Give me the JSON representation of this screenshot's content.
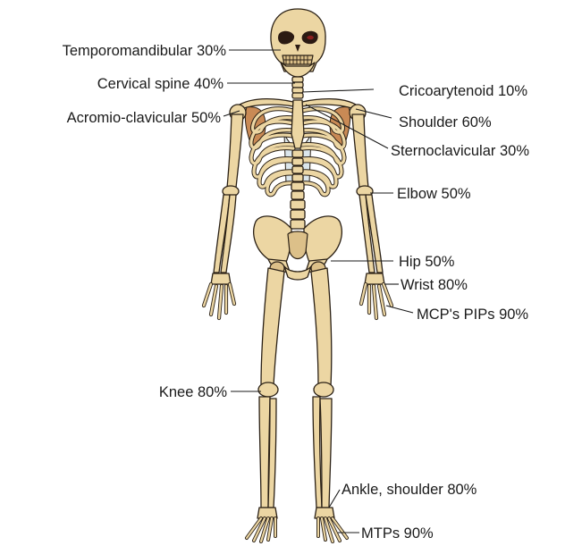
{
  "figure": {
    "labels": {
      "temporomandibular": "Temporomandibular 30%",
      "cervical_spine": "Cervical spine 40%",
      "acromio_clavicular": "Acromio-clavicular 50%",
      "cricoarytenoid": "Cricoarytenoid 10%",
      "shoulder": "Shoulder 60%",
      "sternoclavicular": "Sternoclavicular 30%",
      "elbow": "Elbow 50%",
      "hip": "Hip 50%",
      "wrist": "Wrist 80%",
      "mcp_pip": "MCP's PIPs 90%",
      "knee": "Knee 80%",
      "ankle": "Ankle, shoulder 80%",
      "mtp": "MTPs 90%"
    },
    "colors": {
      "bone": "#ecd6a3",
      "bone_shade": "#dcc089",
      "outline": "#2b2116",
      "cartilage": "#dbe6ec",
      "eye_highlight": "#8a1e1e"
    }
  }
}
